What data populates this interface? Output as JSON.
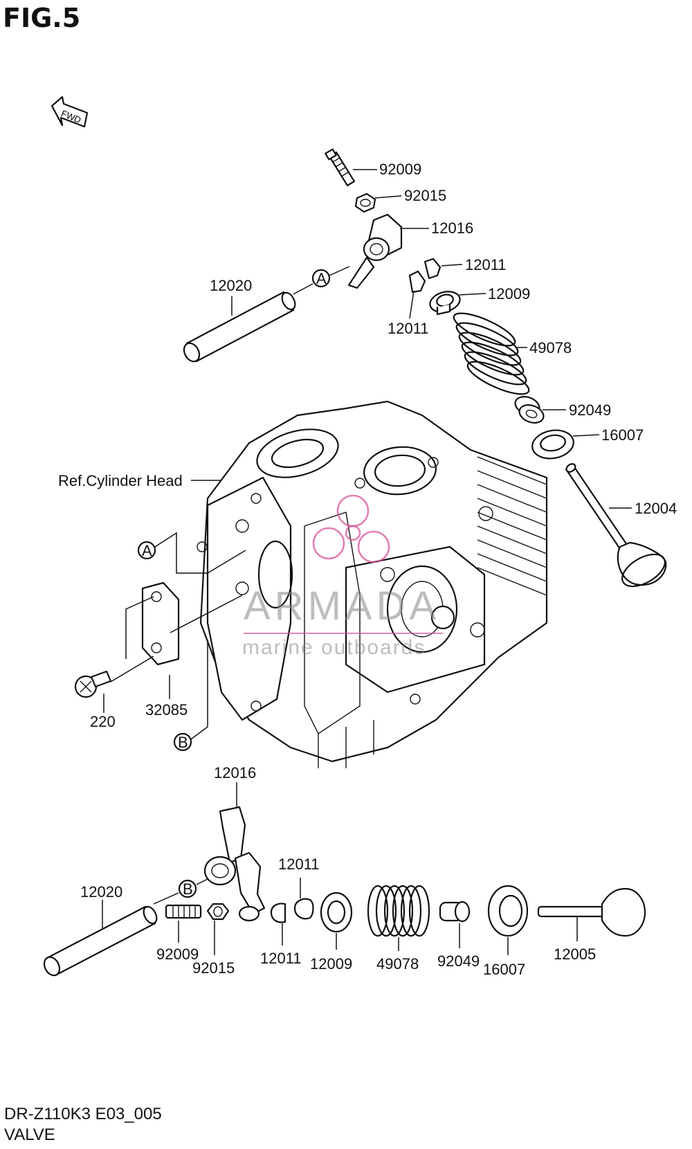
{
  "figure": {
    "title": "FIG.5",
    "model_code": "DR-Z110K3 E03_005",
    "section_name": "VALVE",
    "fwd_label": "FWD",
    "ref_label": "Ref.Cylinder Head",
    "markers": [
      "A",
      "A",
      "B",
      "B"
    ]
  },
  "watermark": {
    "brand": "ARMADA",
    "tagline": "marine outboards",
    "color": "#d9539a"
  },
  "parts_upper": [
    "92009",
    "92015",
    "12016",
    "12020",
    "12011",
    "12011",
    "12009",
    "49078",
    "92049",
    "16007",
    "12004"
  ],
  "parts_left": [
    "220",
    "32085"
  ],
  "parts_lower": [
    "12016",
    "12020",
    "12011",
    "92009",
    "92015",
    "12011",
    "12009",
    "49078",
    "92049",
    "16007",
    "12005"
  ]
}
